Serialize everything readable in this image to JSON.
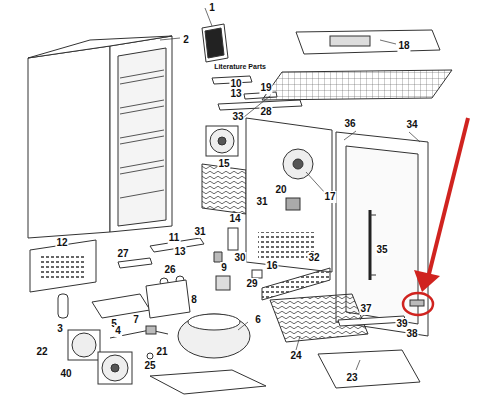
{
  "diagram": {
    "labels": [
      "1",
      "Literature Parts",
      "2",
      "18",
      "10",
      "13",
      "19",
      "28",
      "33",
      "15",
      "17",
      "36",
      "34",
      "20",
      "31",
      "14",
      "31",
      "11",
      "13",
      "30",
      "12",
      "27",
      "26",
      "29",
      "16",
      "32",
      "9",
      "35",
      "3",
      "5",
      "8",
      "7",
      "4",
      "6",
      "37",
      "39",
      "38",
      "22",
      "40",
      "21",
      "25",
      "24",
      "23"
    ]
  }
}
